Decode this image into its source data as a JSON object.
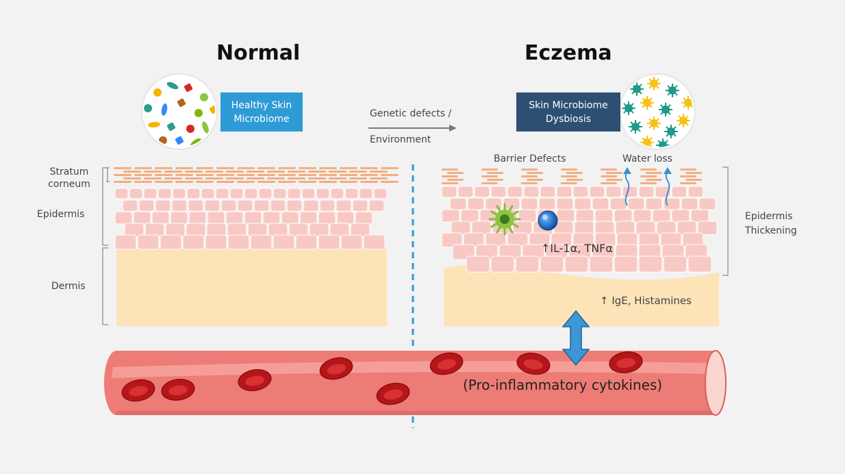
{
  "titles": {
    "left": "Normal",
    "right": "Eczema"
  },
  "boxes": {
    "healthy": [
      "Healthy Skin",
      "Microbiome"
    ],
    "dysbiosis": [
      "Skin Microbiome",
      "Dysbiosis"
    ]
  },
  "transition": {
    "line1": "Genetic defects /",
    "line2": "Environment"
  },
  "layers": {
    "stratum": [
      "Stratum",
      "corneum"
    ],
    "epidermis": "Epidermis",
    "dermis": "Dermis"
  },
  "eczema_labels": {
    "barrier": "Barrier Defects",
    "water": "Water loss",
    "thickening": [
      "Epidermis",
      "Thickening"
    ],
    "il1": "↑IL-1α, TNFα",
    "ige": "↑ IgE, Histamines",
    "cytokines": "(Pro-inflammatory cytokines)"
  },
  "colors": {
    "healthy_box": "#2e9bd6",
    "dysbiosis_box": "#2d4f72",
    "stratum": "#f4ad7f",
    "epidermis": "#f8c9c4",
    "dermis": "#fde3b8",
    "vessel": "#ee7c76",
    "rbc": "#c8191c",
    "divider": "#2e9bd6"
  }
}
